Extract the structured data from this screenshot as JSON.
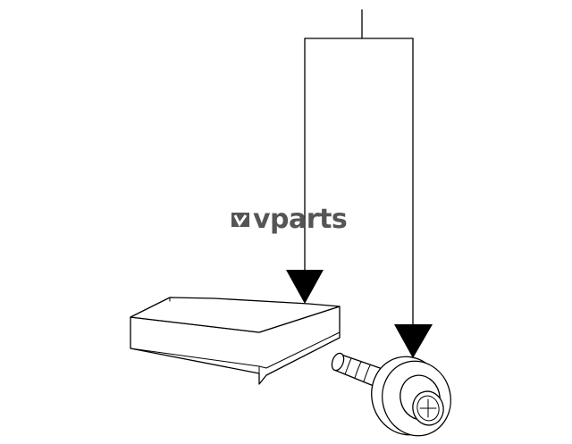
{
  "watermark": {
    "brand_text": "vparts",
    "color": "#555555"
  },
  "parts": [
    {
      "name": "bracket",
      "shape": "angled-wedge-block"
    },
    {
      "name": "bolt",
      "shape": "flanged-bolt"
    }
  ],
  "callouts": {
    "count": 2,
    "style": "filled-triangle-arrowhead"
  },
  "colors": {
    "line": "#000000",
    "background": "#ffffff"
  }
}
